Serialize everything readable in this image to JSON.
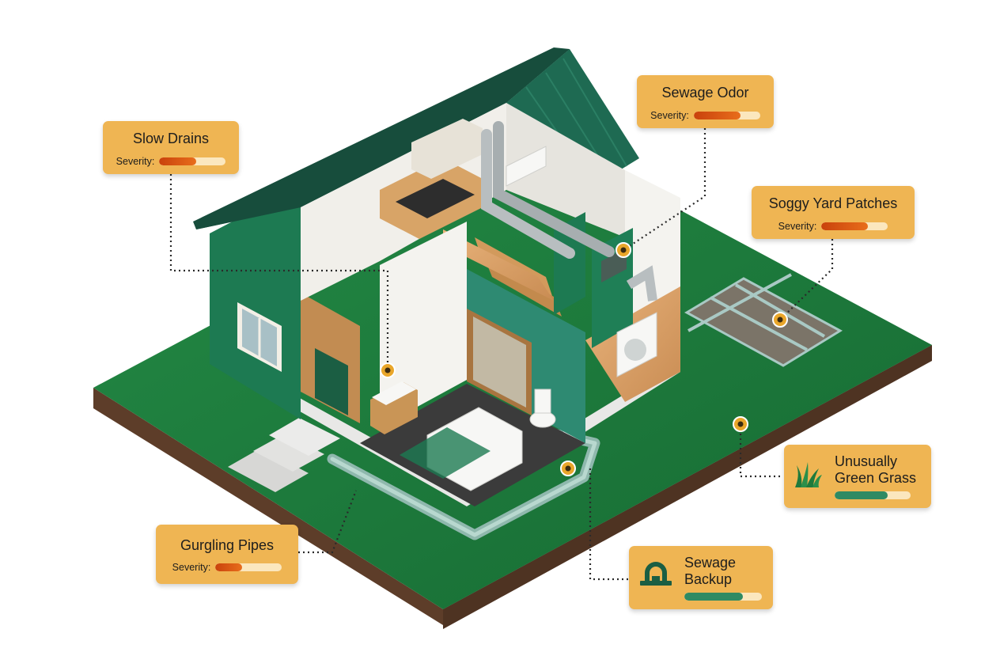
{
  "callouts": {
    "slow_drains": {
      "title": "Slow Drains",
      "severity_label": "Severity:",
      "severity": 0.55
    },
    "sewage_odor": {
      "title": "Sewage Odor",
      "severity_label": "Severity:",
      "severity": 0.7
    },
    "soggy_yard": {
      "title": "Soggy Yard Patches",
      "severity_label": "Severity:",
      "severity": 0.7
    },
    "gurgling_pipes": {
      "title": "Gurgling Pipes",
      "severity_label": "Severity:",
      "severity": 0.4
    },
    "green_grass": {
      "title_line1": "Unusually",
      "title_line2": "Green Grass",
      "severity": 0.7
    },
    "sewage_backup": {
      "title_line1": "Sewage",
      "title_line2": "Backup",
      "severity": 0.75
    }
  },
  "colors": {
    "callout_bg": "#efb553",
    "roof": "#1d5e49",
    "wall_green": "#1a7a52",
    "lawn": "#1f7a3c",
    "soil": "#6b4a33",
    "marker": "#e9a62a"
  },
  "icons": {
    "grass": "grass-icon",
    "backup": "sewage-backup-icon"
  }
}
